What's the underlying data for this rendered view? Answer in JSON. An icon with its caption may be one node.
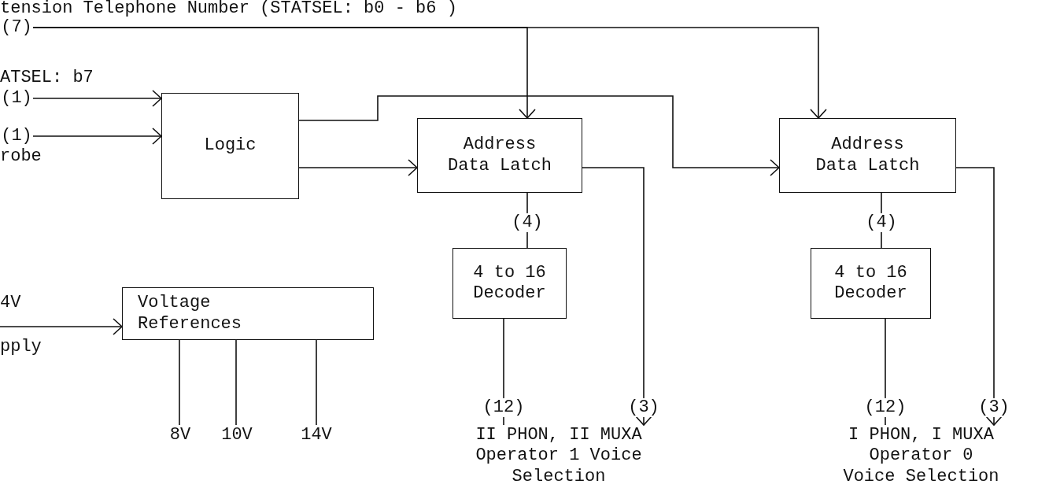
{
  "diagram": {
    "nodes": [
      {
        "text": [
          "(7)"
        ],
        "beside": [
          "tension Telephone Number (STATSEL: b0 - b6 )"
        ]
      },
      {
        "text": [
          "(1)"
        ],
        "beside": [
          "ATSEL: b7"
        ]
      },
      {
        "text": [
          "(1)"
        ],
        "beside": [
          "robe"
        ]
      },
      {
        "text": [
          "Logic"
        ]
      },
      {
        "text": [
          "Address Data Latch"
        ]
      },
      {
        "text": [
          "Address Data Latch"
        ]
      },
      {
        "text": [
          "4 to 16 Decoder"
        ]
      },
      {
        "text": [
          "4 to 16 Decoder"
        ]
      },
      {
        "text": [
          "Voltage References"
        ]
      },
      {
        "text": [
          "8V"
        ]
      },
      {
        "text": [
          "10V"
        ]
      },
      {
        "text": [
          "14V"
        ]
      },
      {
        "text": [
          "II PHON, II MUXA Operator 1 Voice Selection"
        ]
      },
      {
        "text": [
          "I PHON, I MUXA Operator 0 Voice Selection"
        ]
      }
    ],
    "edges": [
      {
        "from": 0,
        "to": 4,
        "arrow": "to"
      },
      {
        "from": 0,
        "to": 5,
        "arrow": "to"
      },
      {
        "from": 1,
        "to": 3,
        "arrow": "to"
      },
      {
        "from": 2,
        "to": 3,
        "arrow": "to"
      },
      {
        "from": 3,
        "to": 5,
        "arrow": "to"
      },
      {
        "from": 3,
        "to": 4,
        "arrow": "to"
      },
      {
        "from": 4,
        "to": 6,
        "arrow": "none",
        "label": "(4)"
      },
      {
        "from": 5,
        "to": 7,
        "arrow": "none",
        "label": "(4)"
      },
      {
        "from": 6,
        "to": 12,
        "arrow": "none",
        "label": "(12)"
      },
      {
        "from": 4,
        "to": 12,
        "arrow": "to",
        "label": "(3)"
      },
      {
        "from": 7,
        "to": 13,
        "arrow": "none",
        "label": "(12)"
      },
      {
        "from": 5,
        "to": 13,
        "arrow": "to",
        "label": "(3)"
      },
      {
        "from": null,
        "to": 8,
        "arrow": "to"
      },
      {
        "from": 8,
        "to": 9,
        "arrow": "none"
      },
      {
        "from": 8,
        "to": 10,
        "arrow": "none"
      },
      {
        "from": 8,
        "to": 11,
        "arrow": "none"
      }
    ],
    "labels": [
      "4V",
      "pply"
    ]
  }
}
